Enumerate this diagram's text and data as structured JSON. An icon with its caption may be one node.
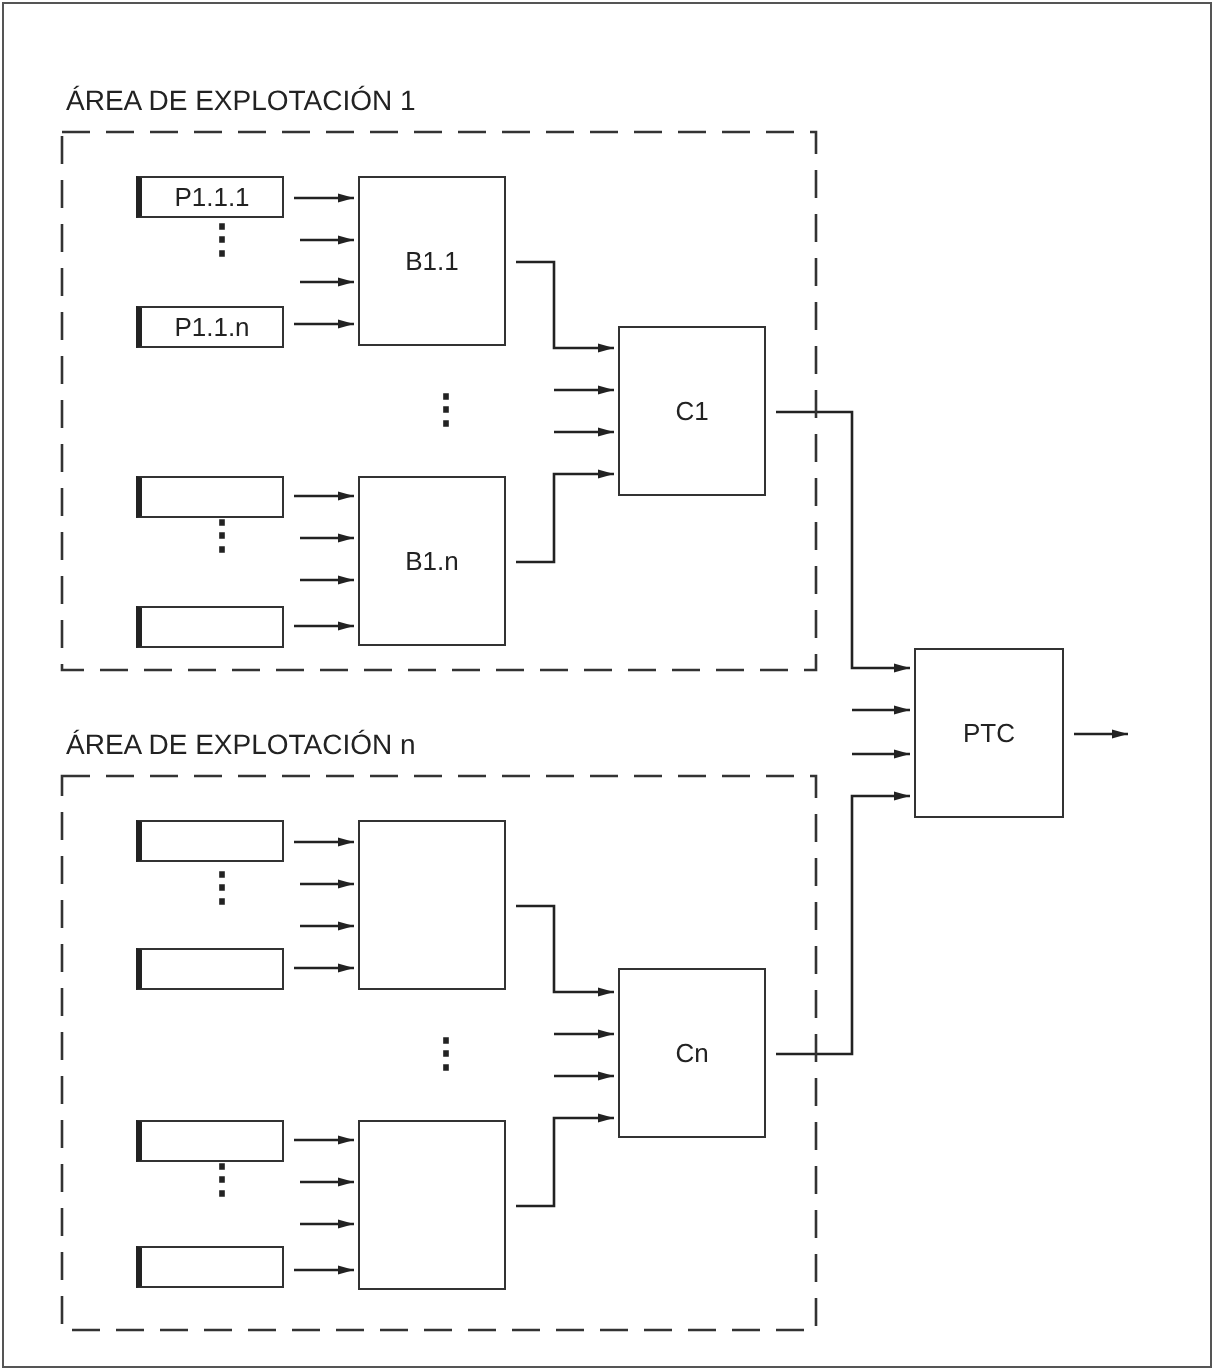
{
  "diagram": {
    "nodes": [
      {
        "text": [
          "ÁREA DE EXPLOTACIÓN 1"
        ]
      },
      {
        "text": [
          "P1.1.1"
        ],
        "in": 0
      },
      {
        "text": [
          "P1.1.n"
        ],
        "in": 0
      },
      {
        "text": [
          "B1.1"
        ],
        "in": 0
      },
      {
        "text": [],
        "shape": "box",
        "in": 0
      },
      {
        "text": [],
        "shape": "box",
        "in": 0
      },
      {
        "text": [
          "B1.n"
        ],
        "in": 0
      },
      {
        "text": [
          "C1"
        ],
        "in": 0
      },
      {
        "text": [
          "ÁREA DE EXPLOTACIÓN n"
        ]
      },
      {
        "text": [],
        "shape": "box",
        "in": 8
      },
      {
        "text": [],
        "shape": "box",
        "in": 8
      },
      {
        "text": [],
        "shape": "box",
        "in": 8
      },
      {
        "text": [],
        "shape": "box",
        "in": 8
      },
      {
        "text": [],
        "shape": "box",
        "in": 8
      },
      {
        "text": [],
        "shape": "box",
        "in": 8
      },
      {
        "text": [
          "Cn"
        ],
        "in": 8
      },
      {
        "text": [
          "PTC"
        ]
      }
    ],
    "edges": [
      {
        "from": 1,
        "to": 3,
        "arrow": "to"
      },
      {
        "from": null,
        "to": 3,
        "arrow": "to"
      },
      {
        "from": null,
        "to": 3,
        "arrow": "to"
      },
      {
        "from": 2,
        "to": 3,
        "arrow": "to"
      },
      {
        "from": 4,
        "to": 6,
        "arrow": "to"
      },
      {
        "from": null,
        "to": 6,
        "arrow": "to"
      },
      {
        "from": null,
        "to": 6,
        "arrow": "to"
      },
      {
        "from": 5,
        "to": 6,
        "arrow": "to"
      },
      {
        "from": 3,
        "to": 7,
        "arrow": "to"
      },
      {
        "from": null,
        "to": 7,
        "arrow": "to"
      },
      {
        "from": null,
        "to": 7,
        "arrow": "to"
      },
      {
        "from": 6,
        "to": 7,
        "arrow": "to"
      },
      {
        "from": 9,
        "to": 11,
        "arrow": "to"
      },
      {
        "from": null,
        "to": 11,
        "arrow": "to"
      },
      {
        "from": null,
        "to": 11,
        "arrow": "to"
      },
      {
        "from": 10,
        "to": 11,
        "arrow": "to"
      },
      {
        "from": 12,
        "to": 14,
        "arrow": "to"
      },
      {
        "from": null,
        "to": 14,
        "arrow": "to"
      },
      {
        "from": null,
        "to": 14,
        "arrow": "to"
      },
      {
        "from": 13,
        "to": 14,
        "arrow": "to"
      },
      {
        "from": 11,
        "to": 15,
        "arrow": "to"
      },
      {
        "from": null,
        "to": 15,
        "arrow": "to"
      },
      {
        "from": null,
        "to": 15,
        "arrow": "to"
      },
      {
        "from": 14,
        "to": 15,
        "arrow": "to"
      },
      {
        "from": 7,
        "to": 16,
        "arrow": "to"
      },
      {
        "from": null,
        "to": 16,
        "arrow": "to"
      },
      {
        "from": null,
        "to": 16,
        "arrow": "to"
      },
      {
        "from": 15,
        "to": 16,
        "arrow": "to"
      },
      {
        "from": 16,
        "to": null,
        "arrow": "to"
      }
    ],
    "labels": [
      "⋮",
      "⋮",
      "⋮",
      "⋮",
      "⋮",
      "⋮"
    ]
  }
}
